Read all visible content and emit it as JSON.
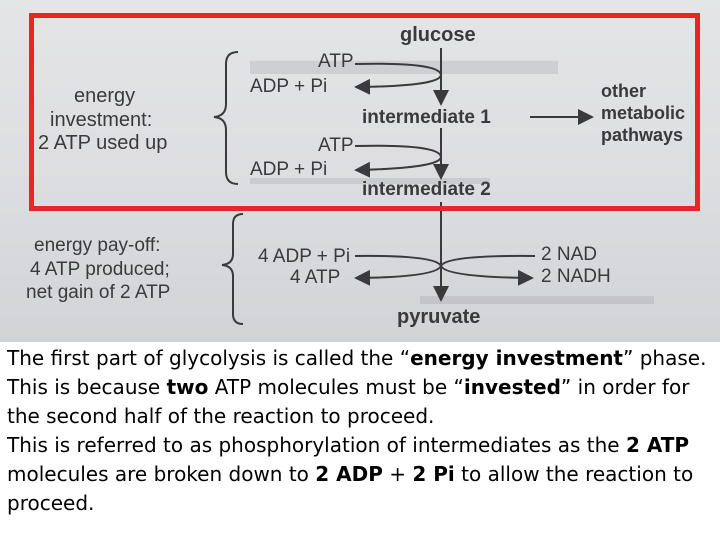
{
  "diagram": {
    "glucose": "glucose",
    "atp_in_1": "ATP",
    "adp_out_1": "ADP + Pi",
    "intermediate_1": "intermediate 1",
    "atp_in_2": "ATP",
    "adp_out_2": "ADP + Pi",
    "intermediate_2": "intermediate 2",
    "other_line1": "other",
    "other_line2": "metabolic",
    "other_line3": "pathways",
    "investment_line1": "energy",
    "investment_line2": "investment:",
    "investment_line3": "2 ATP used up",
    "payoff_line1": "energy pay-off:",
    "payoff_line2": "4 ATP produced;",
    "payoff_line3": "net gain of 2 ATP",
    "adp_in_payoff": "4 ADP + Pi",
    "atp_out_payoff": "4 ATP",
    "nad_in": "2 NAD",
    "nadh_out": "2 NADH",
    "pyruvate": "pyruvate"
  },
  "caption": {
    "p1_a": "The first part of glycolysis is called the “",
    "p1_b": "energy investment",
    "p1_c": "” phase. This is because ",
    "p1_d": "two",
    "p1_e": " ATP molecules must be “",
    "p1_f": "invested",
    "p1_g": "” in order for the second half of the reaction to proceed.",
    "p2_a": "This is referred to as phosphorylation of intermediates as the ",
    "p2_b": "2 ATP",
    "p2_c": " molecules are broken down to ",
    "p2_d": "2 ADP",
    "p2_e": " + ",
    "p2_f": "2 Pi",
    "p2_g": " to allow the reaction to proceed."
  },
  "colors": {
    "frame": "#e8262a",
    "ink": "#3a3a3c",
    "caption": "#000000"
  }
}
